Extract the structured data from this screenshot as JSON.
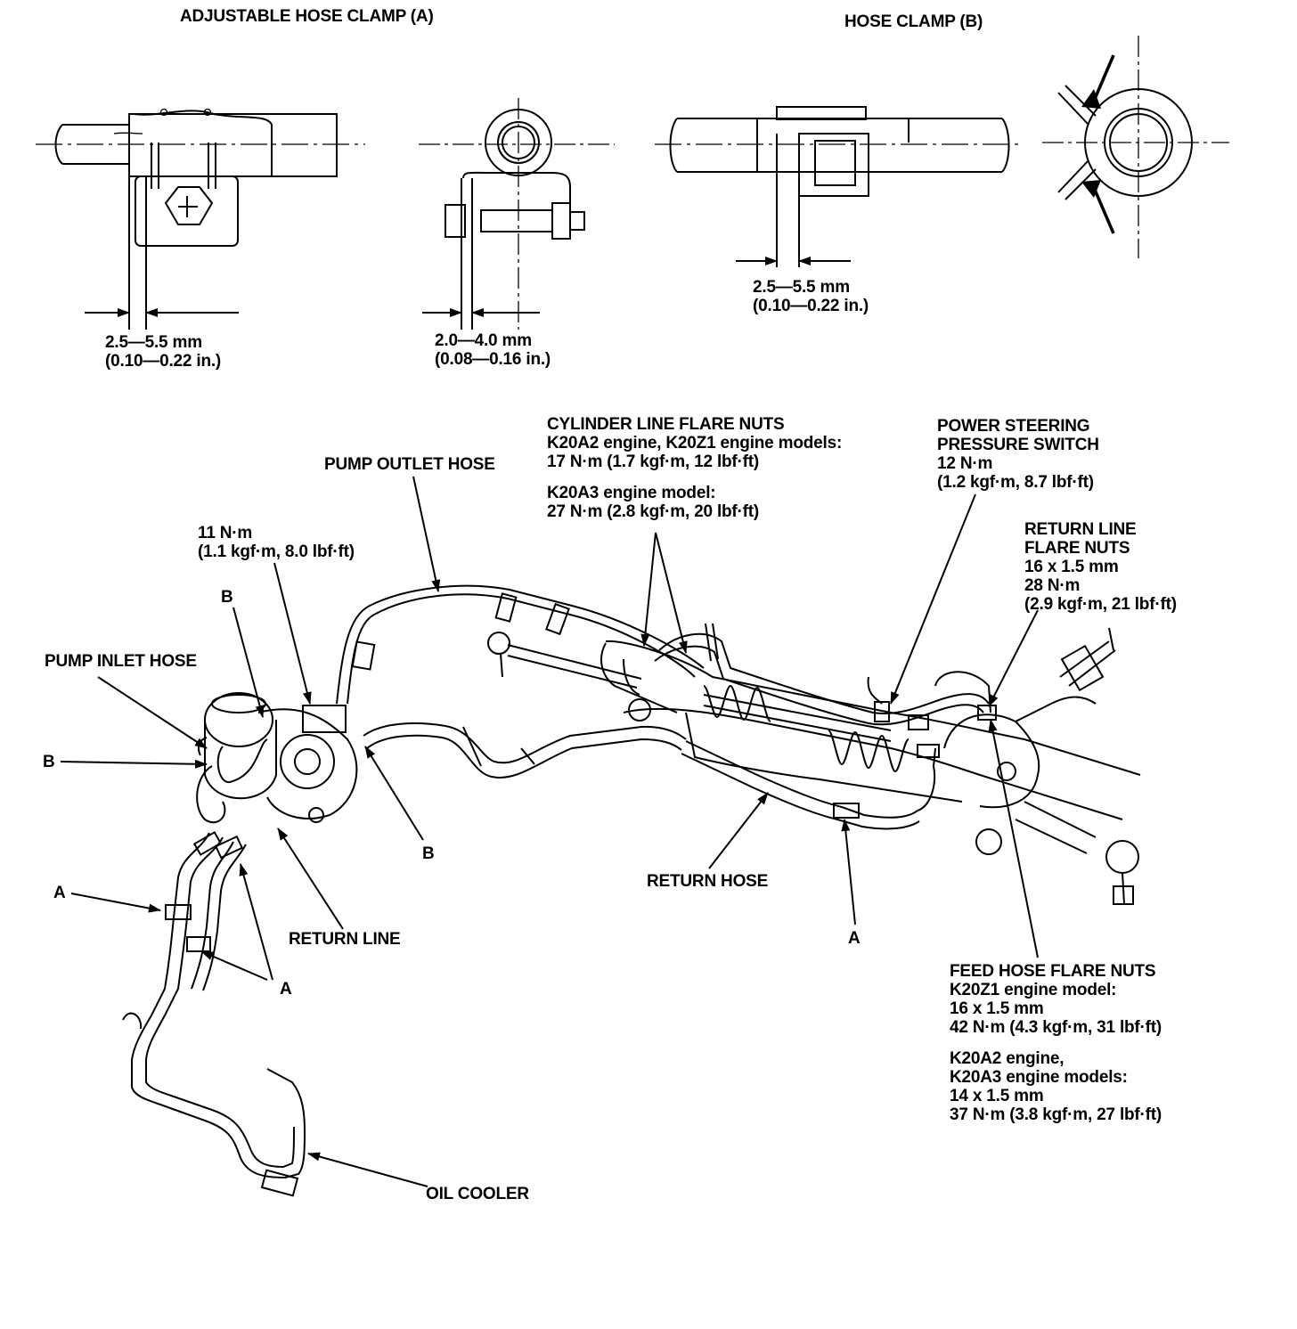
{
  "clamp_a": {
    "title": "ADJUSTABLE HOSE CLAMP (A)",
    "dim1_mm": "2.5—5.5 mm",
    "dim1_in": "(0.10—0.22 in.)",
    "dim2_mm": "2.0—4.0 mm",
    "dim2_in": "(0.08—0.16 in.)"
  },
  "clamp_b": {
    "title": "HOSE CLAMP (B)",
    "dim_mm": "2.5—5.5 mm",
    "dim_in": "(0.10—0.22 in.)"
  },
  "callouts": {
    "pump_outlet_hose": "PUMP OUTLET HOSE",
    "pump_bolt_torque_nm": "11 N·m",
    "pump_bolt_torque_alt": "(1.1 kgf·m, 8.0 lbf·ft)",
    "pump_inlet_hose": "PUMP INLET HOSE",
    "b_label": "B",
    "a_label": "A",
    "return_line": "RETURN LINE",
    "return_hose": "RETURN HOSE",
    "oil_cooler": "OIL COOLER",
    "cylinder_line": {
      "line1": "CYLINDER LINE FLARE NUTS",
      "line2": "K20A2 engine, K20Z1 engine models:",
      "line3": "17 N·m (1.7 kgf·m, 12 lbf·ft)",
      "line4": "K20A3 engine model:",
      "line5": "27 N·m (2.8 kgf·m, 20 lbf·ft)"
    },
    "pressure_switch": {
      "line1": "POWER STEERING",
      "line2": "PRESSURE SWITCH",
      "line3": "12 N·m",
      "line4": "(1.2 kgf·m, 8.7 lbf·ft)"
    },
    "return_line_flare": {
      "line1": "RETURN LINE",
      "line2": "FLARE NUTS",
      "line3": "16 x 1.5 mm",
      "line4": "28 N·m",
      "line5": "(2.9 kgf·m, 21 lbf·ft)"
    },
    "feed_hose_flare": {
      "line1": "FEED HOSE FLARE NUTS",
      "line2": "K20Z1 engine model:",
      "line3": "16 x 1.5 mm",
      "line4": "42 N·m (4.3 kgf·m, 31 lbf·ft)",
      "line5": "K20A2 engine,",
      "line6": "K20A3 engine models:",
      "line7": "14 x 1.5 mm",
      "line8": "37 N·m (3.8 kgf·m, 27 lbf·ft)"
    }
  }
}
